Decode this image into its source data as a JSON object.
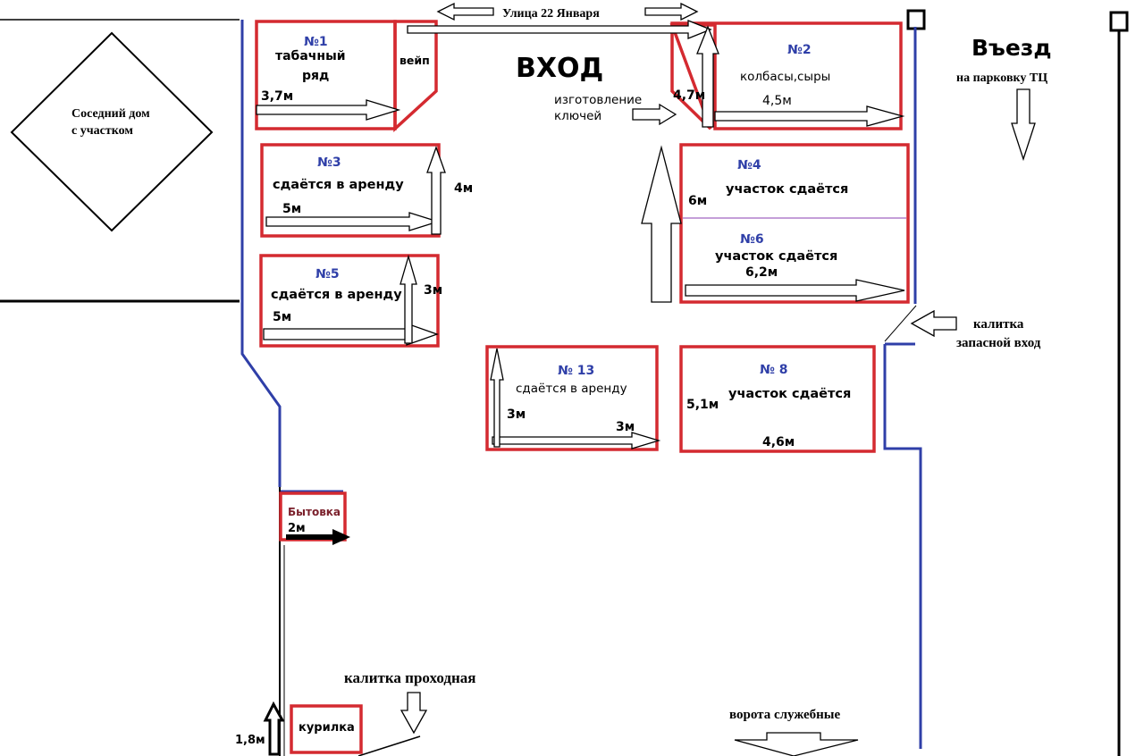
{
  "street": "Улица 22 Января",
  "entrance": "ВХОД",
  "keys": "изготовление ключей",
  "drive_in": {
    "title": "Въезд",
    "subtitle": "на парковку ТЦ"
  },
  "neighbor": {
    "line1": "Соседний дом",
    "line2": "с  участком"
  },
  "gate_spare": {
    "line1": "калитка",
    "line2": "запасной вход"
  },
  "gate_pass": "калитка проходная",
  "service_gate": "ворота служебные",
  "colors": {
    "plot_border": "#d42a30",
    "fence": "#2f3fa8",
    "plot_number": "#2f3fa8",
    "shed_text": "#7a1f2a",
    "divider": "#8a3fb0"
  },
  "plots": {
    "p1": {
      "number": "№1",
      "line1": "табачный",
      "line2": "ряд",
      "width": "3,7м",
      "extra": "вейп"
    },
    "p2": {
      "number": "№2",
      "text": "колбасы,сыры",
      "width": "4,5м",
      "depth": "4,7м"
    },
    "p3": {
      "number": "№3",
      "text": "сдаётся в аренду",
      "width": "5м",
      "depth": "4м"
    },
    "p4": {
      "number": "№4",
      "text": "участок сдаётся",
      "depth": "6м"
    },
    "p5": {
      "number": "№5",
      "text": "сдаётся в аренду",
      "width": "5м",
      "depth": "3м"
    },
    "p6": {
      "number": "№6",
      "text": "участок сдаётся",
      "width": "6,2м"
    },
    "p8": {
      "number": "№ 8",
      "text": "участок сдаётся",
      "width": "4,6м",
      "depth": "5,1м"
    },
    "p13": {
      "number": "№ 13",
      "text": "сдаётся в аренду",
      "width": "3м",
      "depth": "3м"
    }
  },
  "shed": {
    "label": "Бытовка",
    "width": "2м"
  },
  "smoking": {
    "label": "курилка",
    "depth": "1,8м"
  }
}
